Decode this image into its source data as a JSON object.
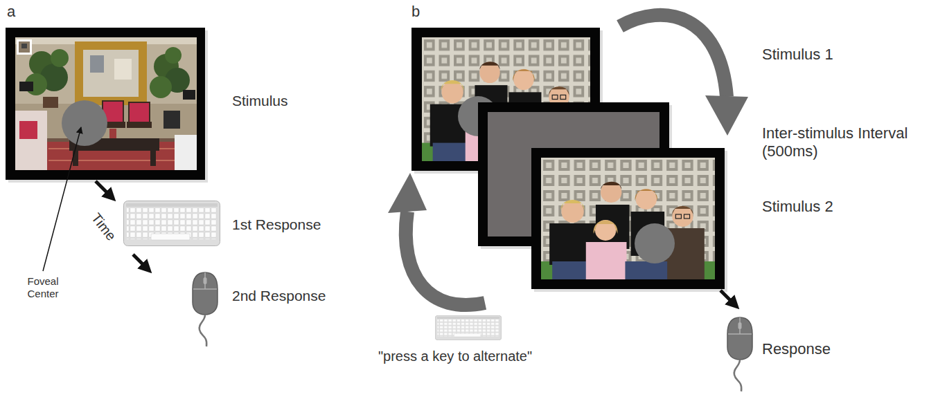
{
  "diagram": {
    "labels": [
      "a",
      "Stimulus",
      "Foveal Center",
      "1st Response",
      "Time",
      "2nd Response",
      "b",
      "Stimulus 1",
      "Inter-stimulus Interval (500ms)",
      "Stimulus 2",
      "\"press a key to alternate\"",
      "Response"
    ]
  }
}
